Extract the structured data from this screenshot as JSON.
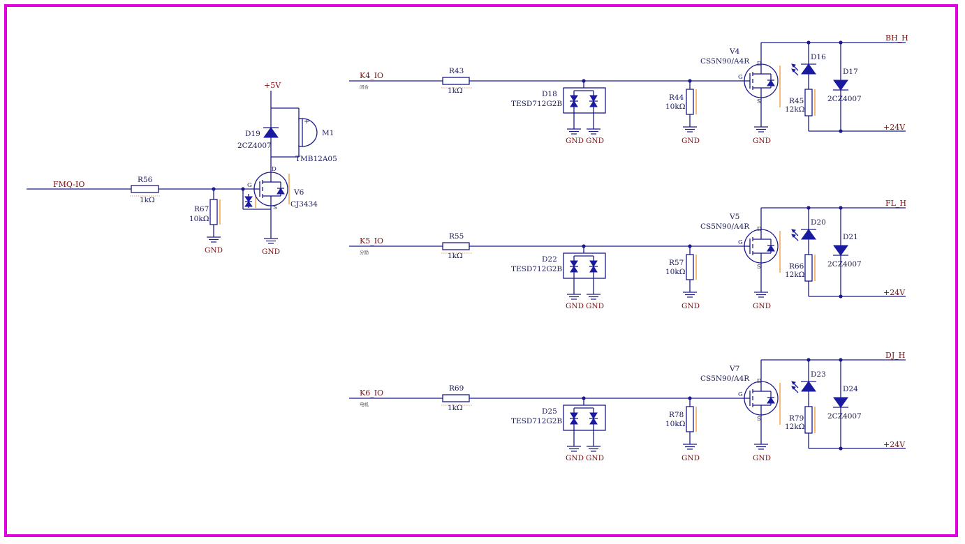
{
  "frame_color": "#e000e0",
  "wire_color": "#1a1a8c",
  "net_label_color": "#7a1010",
  "buzzer": {
    "input_net": "FMQ-IO",
    "r_series": {
      "ref": "R56",
      "value": "1kΩ"
    },
    "r_pulldown": {
      "ref": "R67",
      "value": "10kΩ"
    },
    "supply": "+5V",
    "diode": {
      "ref": "D19",
      "value": "2CZ4007"
    },
    "buzzer": {
      "ref": "M1",
      "value": "TMB12A05",
      "plus": "+"
    },
    "mosfet": {
      "ref": "V6",
      "value": "CJ3434",
      "g": "G",
      "d": "D",
      "s": "S"
    },
    "gnd_left": "GND",
    "gnd_right": "GND"
  },
  "channels": [
    {
      "input_net": "K4_IO",
      "note": "闭合",
      "r_series": {
        "ref": "R43",
        "value": "1kΩ"
      },
      "tvs": {
        "ref": "D18",
        "value": "TESD712G2B"
      },
      "r_pulldown": {
        "ref": "R44",
        "value": "10kΩ"
      },
      "mosfet": {
        "ref": "V4",
        "value": "CS5N90/A4R",
        "g": "G",
        "d": "D",
        "s": "S"
      },
      "led": {
        "ref": "D16"
      },
      "r_led": {
        "ref": "R45",
        "value": "12kΩ"
      },
      "diode": {
        "ref": "D17",
        "value": "2CZ4007"
      },
      "out_net": "BH_H",
      "supply": "+24V",
      "gnd1": "GND",
      "gnd2": "GND",
      "gnd3": "GND",
      "gnd4": "GND"
    },
    {
      "input_net": "K5_IO",
      "note": "分励",
      "r_series": {
        "ref": "R55",
        "value": "1kΩ"
      },
      "tvs": {
        "ref": "D22",
        "value": "TESD712G2B"
      },
      "r_pulldown": {
        "ref": "R57",
        "value": "10kΩ"
      },
      "mosfet": {
        "ref": "V5",
        "value": "CS5N90/A4R",
        "g": "G",
        "d": "D",
        "s": "S"
      },
      "led": {
        "ref": "D20"
      },
      "r_led": {
        "ref": "R66",
        "value": "12kΩ"
      },
      "diode": {
        "ref": "D21",
        "value": "2CZ4007"
      },
      "out_net": "FL_H",
      "supply": "+24V",
      "gnd1": "GND",
      "gnd2": "GND",
      "gnd3": "GND",
      "gnd4": "GND"
    },
    {
      "input_net": "K6_IO",
      "note": "电机",
      "r_series": {
        "ref": "R69",
        "value": "1kΩ"
      },
      "tvs": {
        "ref": "D25",
        "value": "TESD712G2B"
      },
      "r_pulldown": {
        "ref": "R78",
        "value": "10kΩ"
      },
      "mosfet": {
        "ref": "V7",
        "value": "CS5N90/A4R",
        "g": "G",
        "d": "D",
        "s": "S"
      },
      "led": {
        "ref": "D23"
      },
      "r_led": {
        "ref": "R79",
        "value": "12kΩ"
      },
      "diode": {
        "ref": "D24",
        "value": "2CZ4007"
      },
      "out_net": "DJ_H",
      "supply": "+24V",
      "gnd1": "GND",
      "gnd2": "GND",
      "gnd3": "GND",
      "gnd4": "GND"
    }
  ]
}
